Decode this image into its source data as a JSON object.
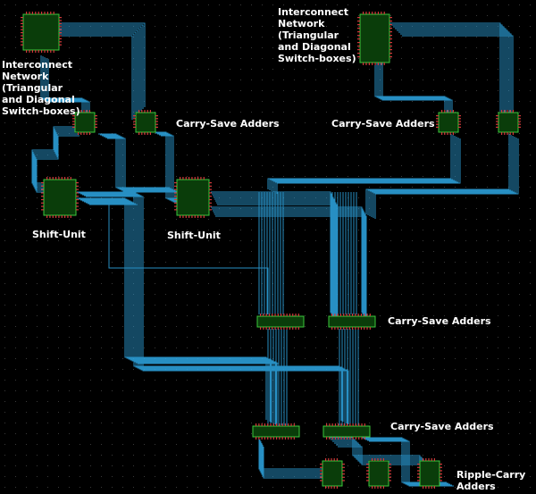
{
  "labels": {
    "interconnect_right": "Interconnect\nNetwork\n(Triangular\nand Diagonal\nSwitch-boxes)",
    "interconnect_left": "Interconnect\nNetwork\n(Triangular\nand Diagonal\nSwitch-boxes)",
    "csa_top_left": "Carry-Save Adders",
    "csa_top_right": "Carry-Save Adders",
    "shift_unit_left": "Shift-Unit",
    "shift_unit_right": "Shift-Unit",
    "csa_middle": "Carry-Save Adders",
    "csa_lower": "Carry-Save Adders",
    "ripple_carry": "Ripple-Carry Adders"
  },
  "colors": {
    "background": "#000000",
    "grid_dot": "#3a3a3a",
    "wire": "#2ea8e6",
    "block_fill": "#0a3d0a",
    "block_border": "#3cc93c",
    "pin": "#d23a3a",
    "label": "#ffffff"
  }
}
